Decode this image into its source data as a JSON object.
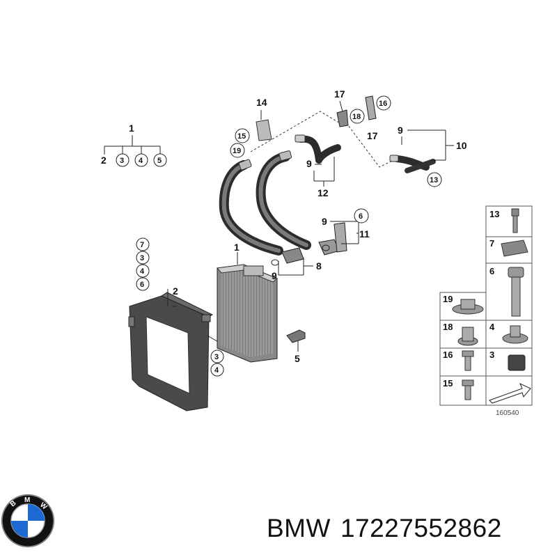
{
  "diagram": {
    "callouts": {
      "c1": "1",
      "c2": "2",
      "c3": "3",
      "c4": "4",
      "c5": "5",
      "c6": "6",
      "c7": "7",
      "c8": "8",
      "c9": "9",
      "c10": "10",
      "c11": "11",
      "c12": "12",
      "c13": "13",
      "c14": "14",
      "c15": "15",
      "c16": "16",
      "c17": "17",
      "c18": "18",
      "c19": "19"
    },
    "table_labels": {
      "t13": "13",
      "t7": "7",
      "t6": "6",
      "t19": "19",
      "t18": "18",
      "t4": "4",
      "t16": "16",
      "t3": "3",
      "t15": "15"
    },
    "diagram_number": "160540"
  },
  "footer": {
    "brand": "BMW",
    "part_number": "17227552862"
  },
  "colors": {
    "part_gray": "#5a5a5a",
    "part_light": "#bdbdbd",
    "line": "#222222",
    "bmw_blue": "#1c69d4"
  },
  "icons": [
    "bmw-logo",
    "heat-exchanger",
    "hose",
    "bracket",
    "bolt",
    "nut",
    "clip"
  ]
}
